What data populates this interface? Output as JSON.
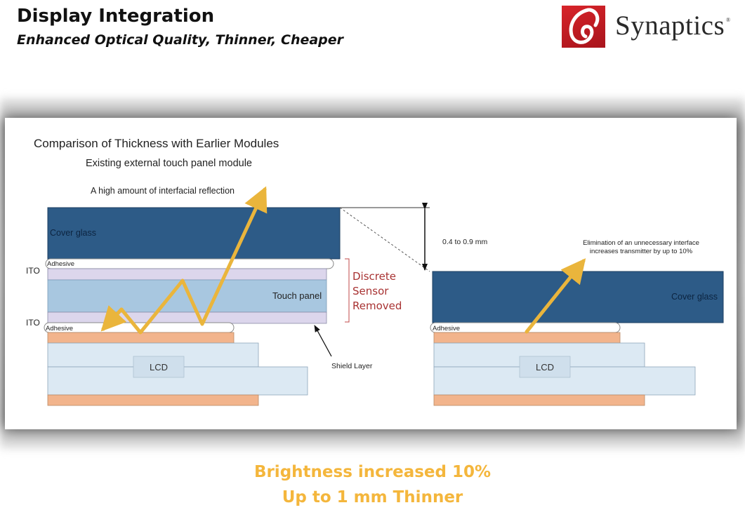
{
  "header": {
    "title": "Display Integration",
    "subtitle": "Enhanced Optical Quality, Thinner, Cheaper"
  },
  "logo": {
    "wordmark": "Synaptics",
    "registered": "®"
  },
  "diagram": {
    "title": "Comparison of Thickness with Earlier Modules",
    "subtitle": "Existing external touch panel module",
    "left": {
      "reflection_note": "A high amount of interfacial reflection",
      "cover_glass": "Cover glass",
      "adhesive_top": "Adhesive",
      "ito_top": "ITO",
      "touch_panel": "Touch panel",
      "ito_bottom": "ITO",
      "adhesive_bottom": "Adhesive",
      "lcd": "LCD",
      "shield_layer": "Shield Layer",
      "discrete_line1": "Discrete",
      "discrete_line2": "Sensor",
      "discrete_line3": "Removed"
    },
    "thickness": "0.4 to 0.9 mm",
    "right": {
      "note_line1": "Elimination of an unnecessary interface",
      "note_line2": "increases transmitter by up to 10%",
      "cover_glass": "Cover glass",
      "adhesive": "Adhesive",
      "lcd": "LCD"
    }
  },
  "captions": {
    "line1": "Brightness increased 10%",
    "line2": "Up to 1 mm Thinner"
  },
  "colors": {
    "cover_glass": "#2d5b87",
    "touch_panel": "#a8c7e0",
    "ito": "#dcd6ec",
    "orange": "#f2b48c",
    "lcd": "#dce9f3",
    "arrow": "#eab53c",
    "discrete_text": "#a83232",
    "caption": "#f4b63c"
  }
}
